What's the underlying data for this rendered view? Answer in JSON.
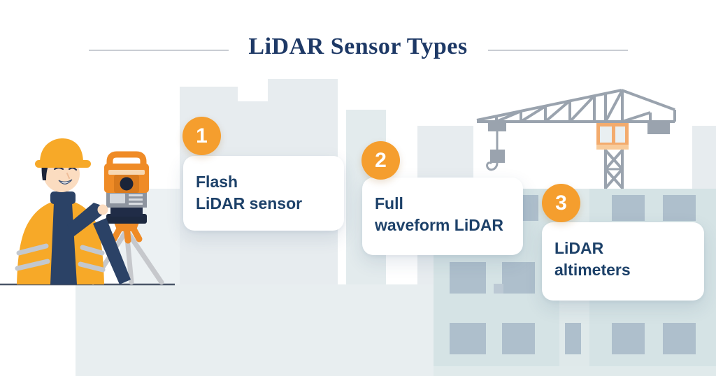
{
  "title": "LiDAR Sensor Types",
  "cards": [
    {
      "number": "1",
      "label_line1": "Flash",
      "label_line2": "LiDAR sensor"
    },
    {
      "number": "2",
      "label_line1": "Full",
      "label_line2": "waveform LiDAR"
    },
    {
      "number": "3",
      "label_line1": "LiDAR",
      "label_line2": "altimeters"
    }
  ],
  "colors": {
    "title_navy": "#1e3966",
    "card_text_navy": "#1d4169",
    "badge_orange": "#f59e2e",
    "worker_orange": "#f7a928",
    "device_orange": "#ef8b26",
    "crane_gray": "#9aa3ae",
    "building_light": "#e6ebee",
    "building_teal": "#d3e2e4",
    "window_blue_gray": "#aebfcc",
    "card_background": "#ffffff"
  },
  "illustration": {
    "left": "surveyor operating LiDAR total station on tripod",
    "top_right": "tower crane",
    "background": "city building silhouettes with windows"
  }
}
